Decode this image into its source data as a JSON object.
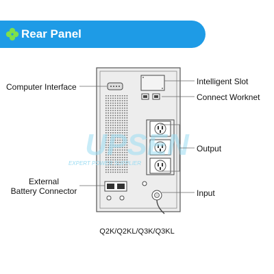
{
  "header": {
    "title": "Rear Panel",
    "icon": "clover-icon",
    "bg_color": "#1e9be6",
    "icon_color": "#7fe04a"
  },
  "labels": {
    "computer_interface": "Computer Interface",
    "intelligent_slot": "Intelligent Slot",
    "connect_worknet": "Connect Worknet",
    "output": "Output",
    "external_battery_line1": "External",
    "external_battery_line2": "Battery Connector",
    "input": "Input"
  },
  "watermark": {
    "main": "UPSEN",
    "tagline": "EXPERT POWER SUPPLIER"
  },
  "model": "Q2K/Q2KL/Q3K/Q3KL"
}
